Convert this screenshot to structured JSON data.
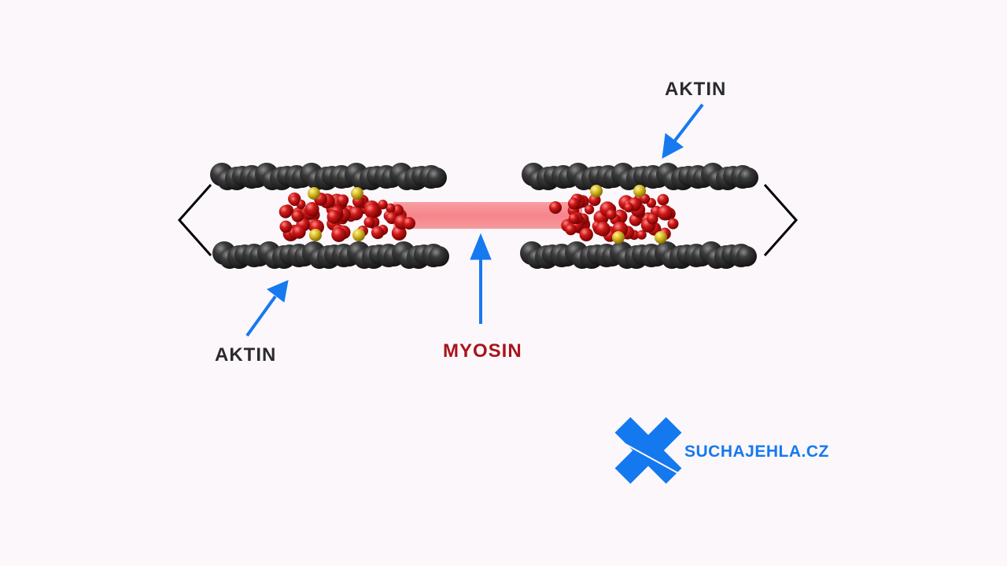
{
  "labels": {
    "aktin_top": "AKTIN",
    "aktin_bottom": "AKTIN",
    "myosin": "MYOSIN"
  },
  "logo": {
    "text": "SUCHAJEHLA.CZ",
    "icon": "x-cross-logo-icon"
  },
  "colors": {
    "background": "#fbf7fb",
    "actin": "#2e2e2e",
    "myosin_bar": "#f78a8f",
    "myosin_heads": "#c4161c",
    "troponin": "#d6b82a",
    "arrow": "#1779f0",
    "label_dark": "#2b2b2b",
    "label_myosin": "#a8141c",
    "logo_blue": "#1479ee"
  },
  "icons": {
    "arrow": "arrow-icon",
    "z_line": "z-line-bracket-icon"
  }
}
